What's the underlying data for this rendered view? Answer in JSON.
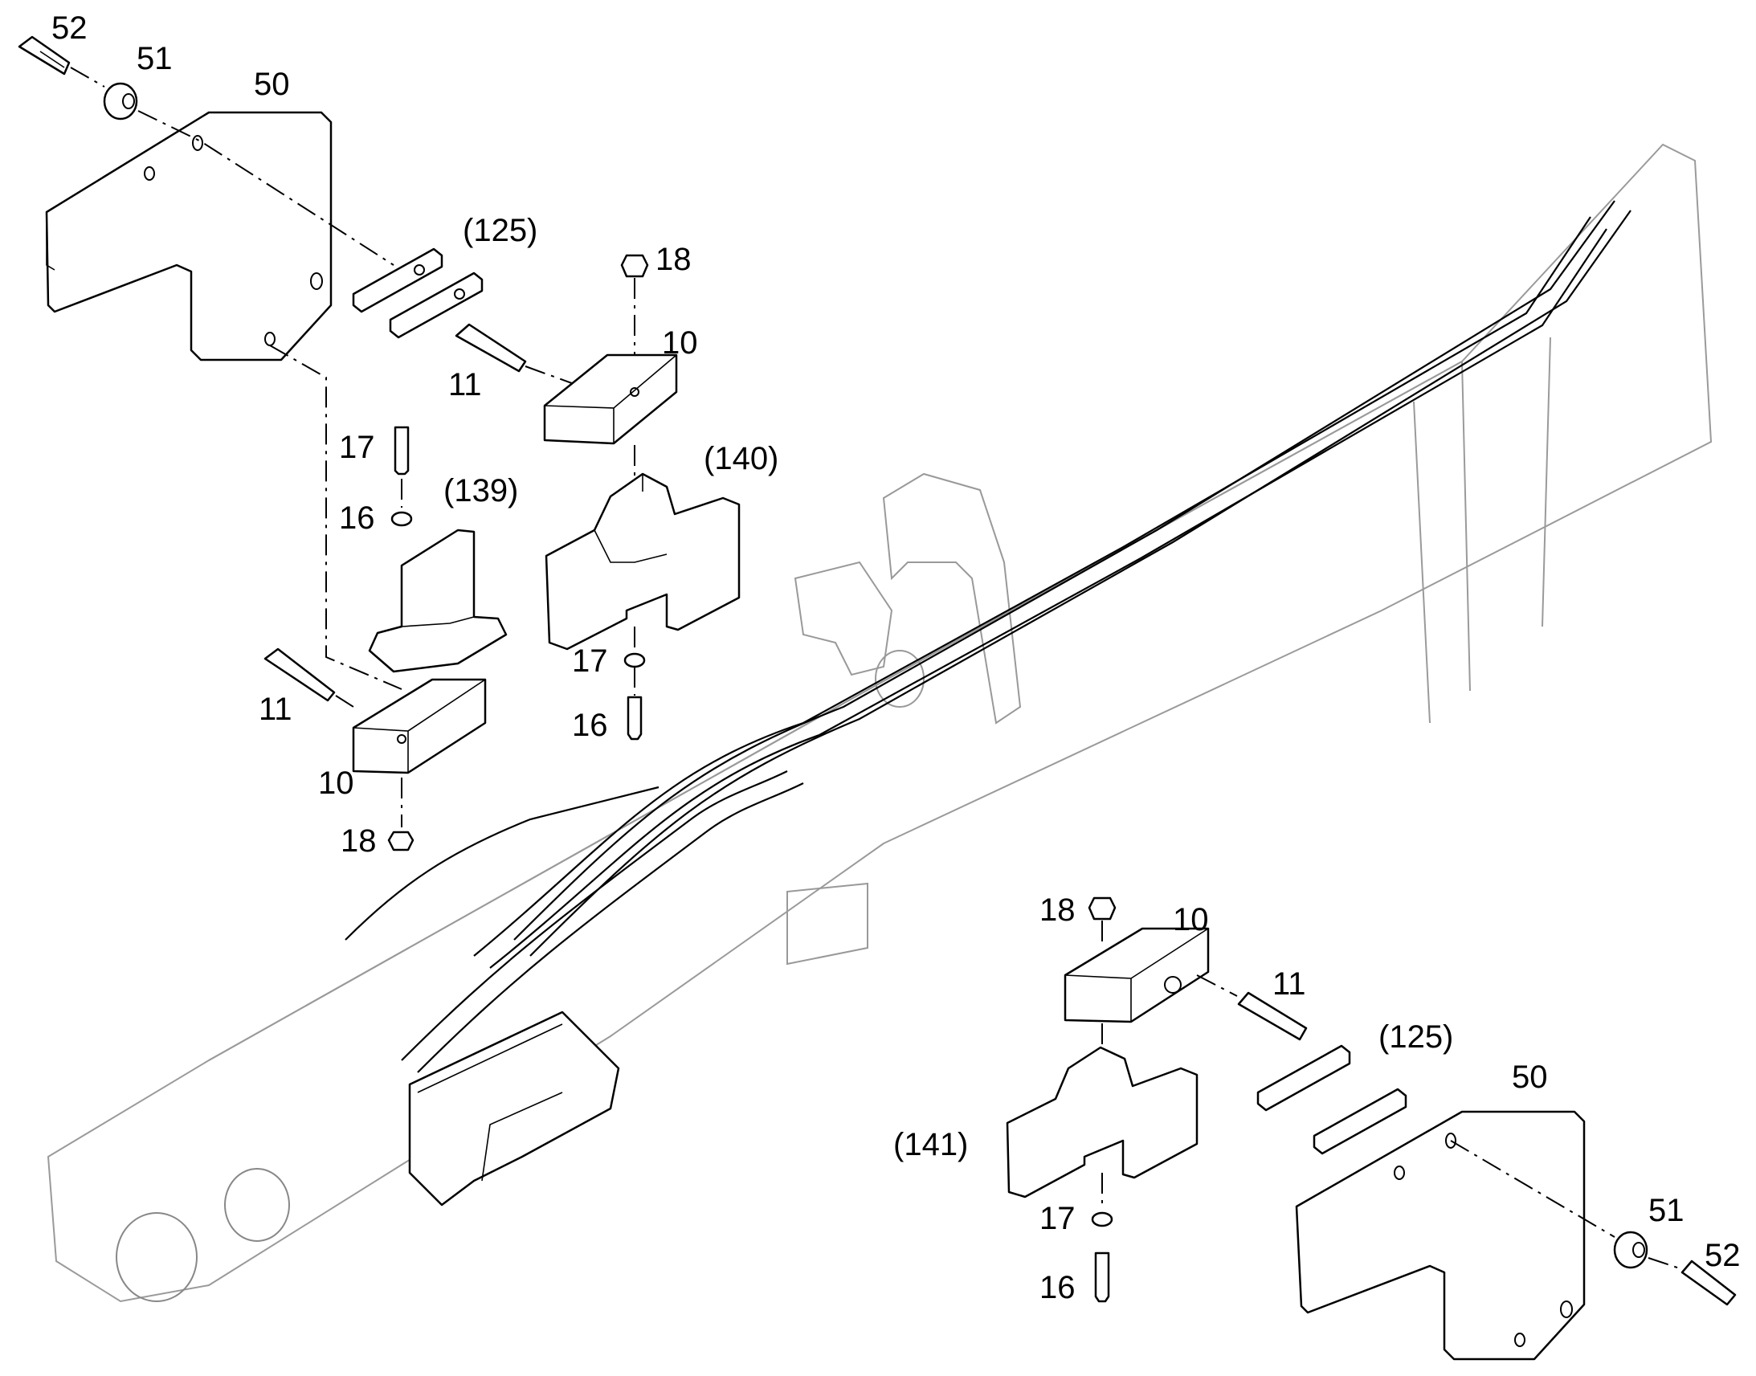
{
  "callouts": {
    "c52_top": "52",
    "c51_top": "51",
    "c50_top": "50",
    "c125_top": "(125)",
    "c18_top": "18",
    "c10_top": "10",
    "c11_top": "11",
    "c17_left": "17",
    "c16_left": "16",
    "c139": "(139)",
    "c140": "(140)",
    "c17_mid": "17",
    "c16_mid": "16",
    "c11_left": "11",
    "c10_left": "10",
    "c18_left": "18",
    "c18_bottom": "18",
    "c10_bottom": "10",
    "c11_bottom": "11",
    "c125_bottom": "(125)",
    "c50_bottom": "50",
    "c141": "(141)",
    "c17_bottom": "17",
    "c16_bottom": "16",
    "c51_bottom": "51",
    "c52_bottom": "52"
  }
}
